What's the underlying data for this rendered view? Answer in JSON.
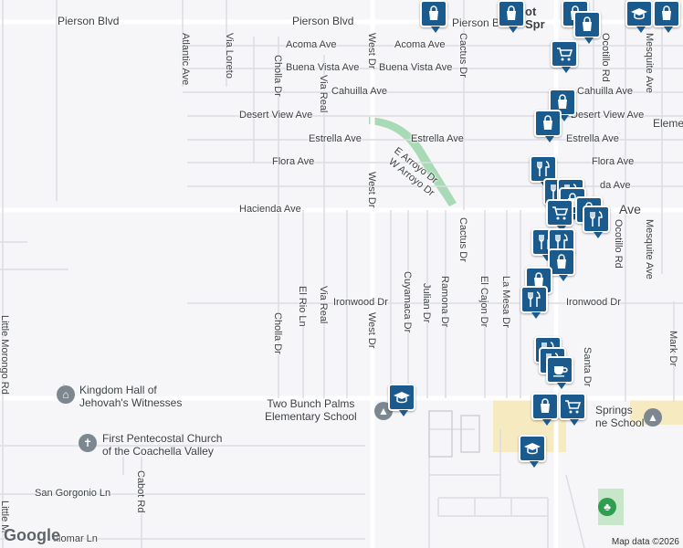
{
  "roads_h": [
    {
      "id": "pierson-blvd",
      "label": "Pierson Blvd"
    },
    {
      "id": "pierson-blvd-2",
      "label": "Pierson Blvd"
    },
    {
      "id": "acoma-ave",
      "label": "Acoma Ave"
    },
    {
      "id": "acoma-ave-2",
      "label": "Acoma Ave"
    },
    {
      "id": "buena-vista-ave",
      "label": "Buena Vista Ave"
    },
    {
      "id": "buena-vista-ave-2",
      "label": "Buena Vista Ave"
    },
    {
      "id": "cahuilla-ave",
      "label": "Cahuilla Ave"
    },
    {
      "id": "cahuilla-ave-2",
      "label": "Cahuilla Ave"
    },
    {
      "id": "desert-view-ave",
      "label": "Desert View Ave"
    },
    {
      "id": "desert-view-ave-2",
      "label": "Desert View Ave"
    },
    {
      "id": "estrella-ave",
      "label": "Estrella Ave"
    },
    {
      "id": "estrella-ave-2",
      "label": "Estrella Ave"
    },
    {
      "id": "flora-ave",
      "label": "Flora Ave"
    },
    {
      "id": "flora-ave-2",
      "label": "Flora Ave"
    },
    {
      "id": "hacienda-ave",
      "label": "Hacienda Ave"
    },
    {
      "id": "hacienda-ave-2",
      "label": "da Ave"
    },
    {
      "id": "ave-frag",
      "label": "Ave"
    },
    {
      "id": "ironwood-dr",
      "label": "Ironwood Dr"
    },
    {
      "id": "ironwood-dr-2",
      "label": "Ironwood Dr"
    },
    {
      "id": "san-gorgonio-ln",
      "label": "San Gorgonio Ln"
    },
    {
      "id": "palomar-ln",
      "label": "alomar Ln"
    },
    {
      "id": "eleme",
      "label": "Eleme"
    }
  ],
  "roads_v": [
    {
      "id": "atlantic-ave",
      "label": "Atlantic Ave"
    },
    {
      "id": "via-loreto",
      "label": "Via Loreto"
    },
    {
      "id": "cholla-dr-n",
      "label": "Cholla Dr"
    },
    {
      "id": "via-real-n",
      "label": "Via Real"
    },
    {
      "id": "west-dr-n",
      "label": "West Dr"
    },
    {
      "id": "cactus-dr-n",
      "label": "Cactus Dr"
    },
    {
      "id": "ocotillo-rd-n",
      "label": "Ocotillo Rd"
    },
    {
      "id": "mesquite-ave-n",
      "label": "Mesquite Ave"
    },
    {
      "id": "west-dr-m",
      "label": "West Dr"
    },
    {
      "id": "cactus-dr-m",
      "label": "Cactus Dr"
    },
    {
      "id": "ocotillo-rd-m",
      "label": "Ocotillo Rd"
    },
    {
      "id": "mesquite-ave-m",
      "label": "Mesquite Ave"
    },
    {
      "id": "el-rio-ln",
      "label": "El Rio Ln"
    },
    {
      "id": "via-real-s",
      "label": "Via Real"
    },
    {
      "id": "cholla-dr-s",
      "label": "Cholla Dr"
    },
    {
      "id": "west-dr-s",
      "label": "West Dr"
    },
    {
      "id": "cuyamaca-dr",
      "label": "Cuyamaca Dr"
    },
    {
      "id": "julian-dr",
      "label": "Julian Dr"
    },
    {
      "id": "ramona-dr",
      "label": "Ramona Dr"
    },
    {
      "id": "el-cajon-dr",
      "label": "El Cajon Dr"
    },
    {
      "id": "la-mesa-dr",
      "label": "La Mesa Dr"
    },
    {
      "id": "santa-dr",
      "label": "Santa Dr"
    },
    {
      "id": "mark-dr",
      "label": "Mark Dr"
    },
    {
      "id": "cabot-rd",
      "label": "Cabot Rd"
    },
    {
      "id": "little-morongo-rd",
      "label": "Little Morongo Rd"
    },
    {
      "id": "little-m",
      "label": "Little M"
    },
    {
      "id": "e-arroyo-dr",
      "label": "E Arroyo Dr"
    },
    {
      "id": "w-arroyo-dr",
      "label": "W Arroyo Dr"
    }
  ],
  "places": [
    {
      "id": "kingdom-hall",
      "lines": [
        "Kingdom Hall of",
        "Jehovah's Witnesses"
      ],
      "icon": "worship-icon"
    },
    {
      "id": "first-pentecostal",
      "lines": [
        "First Pentecostal Church",
        "of the Coachella Valley"
      ],
      "icon": "cross-icon"
    },
    {
      "id": "two-bunch-palms",
      "lines": [
        "Two Bunch Palms",
        "Elementary School"
      ],
      "icon": "school-icon"
    },
    {
      "id": "springs-school",
      "lines": [
        "Springs",
        "ne School"
      ],
      "icon": "school-icon"
    },
    {
      "id": "springs-town",
      "lines": [
        "ot",
        "Spr"
      ],
      "icon": ""
    }
  ],
  "pins": [
    {
      "id": "pin-1",
      "icon": "shopping-bag-icon"
    },
    {
      "id": "pin-2",
      "icon": "shopping-bag-icon"
    },
    {
      "id": "pin-3",
      "icon": "shopping-bag-icon"
    },
    {
      "id": "pin-4",
      "icon": "school-icon"
    },
    {
      "id": "pin-5",
      "icon": "shopping-bag-icon"
    },
    {
      "id": "pin-6",
      "icon": "shopping-bag-icon"
    },
    {
      "id": "pin-7",
      "icon": "shopping-cart-icon"
    },
    {
      "id": "pin-8",
      "icon": "shopping-bag-icon"
    },
    {
      "id": "pin-9",
      "icon": "shopping-bag-icon"
    },
    {
      "id": "pin-10",
      "icon": "restaurant-icon"
    },
    {
      "id": "pin-11",
      "icon": "restaurant-icon"
    },
    {
      "id": "pin-12",
      "icon": "restaurant-icon"
    },
    {
      "id": "pin-13",
      "icon": "shopping-bag-icon"
    },
    {
      "id": "pin-14",
      "icon": "shopping-cart-icon"
    },
    {
      "id": "pin-15",
      "icon": "shopping-bag-icon"
    },
    {
      "id": "pin-16",
      "icon": "restaurant-icon"
    },
    {
      "id": "pin-17",
      "icon": "restaurant-icon"
    },
    {
      "id": "pin-18",
      "icon": "restaurant-icon"
    },
    {
      "id": "pin-19",
      "icon": "shopping-bag-icon"
    },
    {
      "id": "pin-20",
      "icon": "shopping-bag-icon"
    },
    {
      "id": "pin-21",
      "icon": "restaurant-icon"
    },
    {
      "id": "pin-22",
      "icon": "restaurant-icon"
    },
    {
      "id": "pin-23",
      "icon": "restaurant-icon"
    },
    {
      "id": "pin-24",
      "icon": "coffee-icon"
    },
    {
      "id": "pin-25",
      "icon": "shopping-bag-icon"
    },
    {
      "id": "pin-26",
      "icon": "shopping-cart-icon"
    },
    {
      "id": "pin-27",
      "icon": "school-icon"
    },
    {
      "id": "pin-28",
      "icon": "school-icon"
    }
  ],
  "colors": {
    "pin": "#1a5a8c",
    "wash": "#a8dab5",
    "highlight": "#f6e7b4",
    "road": "#ffffff",
    "road_edge": "#d6d6dc"
  },
  "logo": "Google",
  "attribution": "Map data ©2026"
}
